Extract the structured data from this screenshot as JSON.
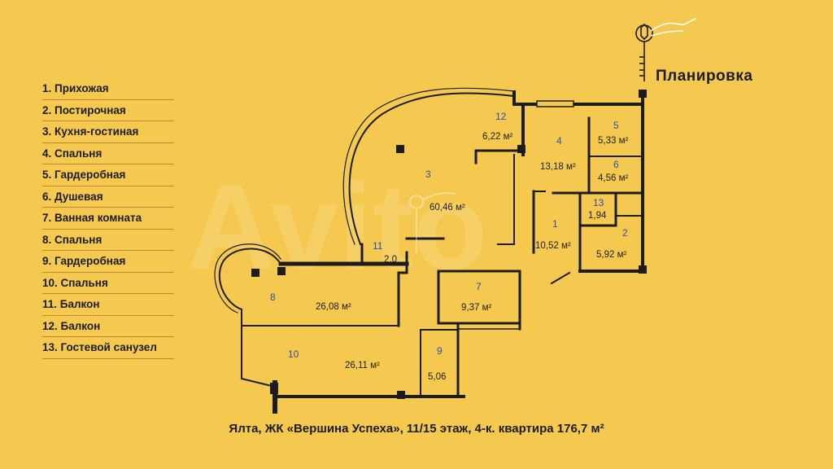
{
  "title": "Планировка",
  "legend": [
    "1. Прихожая",
    "2. Постирочная",
    "3. Кухня-гостиная",
    "4. Спальня",
    "5. Гардеробная",
    "6. Душевая",
    "7. Ванная комната",
    "8. Спальня",
    "9. Гардеробная",
    "10. Спальня",
    "11. Балкон",
    "12. Балкон",
    "13. Гостевой санузел"
  ],
  "rooms": {
    "r1": {
      "num": "1",
      "area": "10,52 м²"
    },
    "r2": {
      "num": "2",
      "area": "5,92 м²"
    },
    "r3": {
      "num": "3",
      "area": "60,46 м²"
    },
    "r4": {
      "num": "4",
      "area": "13,18 м²"
    },
    "r5": {
      "num": "5",
      "area": "5,33 м²"
    },
    "r6": {
      "num": "6",
      "area": "4,56 м²"
    },
    "r7": {
      "num": "7",
      "area": "9,37 м²"
    },
    "r8": {
      "num": "8",
      "area": "26,08 м²"
    },
    "r9": {
      "num": "9",
      "area": "5,06"
    },
    "r10": {
      "num": "10",
      "area": "26,11 м²"
    },
    "r11": {
      "num": "11",
      "area": "2,0"
    },
    "r12": {
      "num": "12",
      "area": "6,22 м²"
    },
    "r13": {
      "num": "13",
      "area": "1,94"
    }
  },
  "watermark": "Avito",
  "caption": "Ялта, ЖК «Вершина Успеха», 11/15 этаж, 4-к. квартира 176,7 м²",
  "colors": {
    "background": "#f5c94f",
    "walls": "#1c1c1c",
    "room_numbers": "#2b4fb0"
  }
}
